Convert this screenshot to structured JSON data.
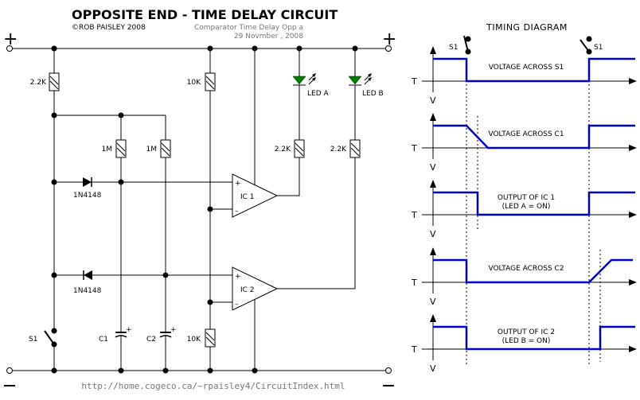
{
  "header": {
    "title": "OPPOSITE END - TIME DELAY CIRCUIT",
    "copyright": "©ROB PAISLEY 2008",
    "subtitle": "Comparator Time Delay Opp a",
    "date": "29 Novmber , 2008"
  },
  "footer": {
    "url": "http://home.cogeco.ca/~rpaisley4/CircuitIndex.html"
  },
  "schematic": {
    "supply_plus_left": "+",
    "supply_plus_right": "+",
    "supply_minus_left": "–",
    "supply_minus_right": "–",
    "components": {
      "r1": "2.2K",
      "r2": "1M",
      "r3": "1M",
      "r4": "10K",
      "r5": "10K",
      "r6": "2.2K",
      "r7": "2.2K",
      "d1": "1N4148",
      "d2": "1N4148",
      "led_a": "LED A",
      "led_b": "LED B",
      "ic1": "IC 1",
      "ic2": "IC 2",
      "c1": "C1",
      "c2": "C2",
      "s1": "S1",
      "plus": "+",
      "minus": "–"
    },
    "colors": {
      "led": "#008000",
      "wire": "#000000"
    }
  },
  "timing": {
    "title": "TIMING DIAGRAM",
    "switch_label": "S1",
    "axis_t": "T",
    "axis_v": "V",
    "wave_color": "#0000cc",
    "traces": [
      {
        "label": [
          "VOLTAGE ACROSS S1"
        ]
      },
      {
        "label": [
          "VOLTAGE ACROSS C1"
        ]
      },
      {
        "label": [
          "OUTPUT OF IC 1",
          "(LED A = ON)"
        ]
      },
      {
        "label": [
          "VOLTAGE ACROSS C2"
        ]
      },
      {
        "label": [
          "OUTPUT OF IC 2",
          "(LED B = ON)"
        ]
      }
    ]
  }
}
